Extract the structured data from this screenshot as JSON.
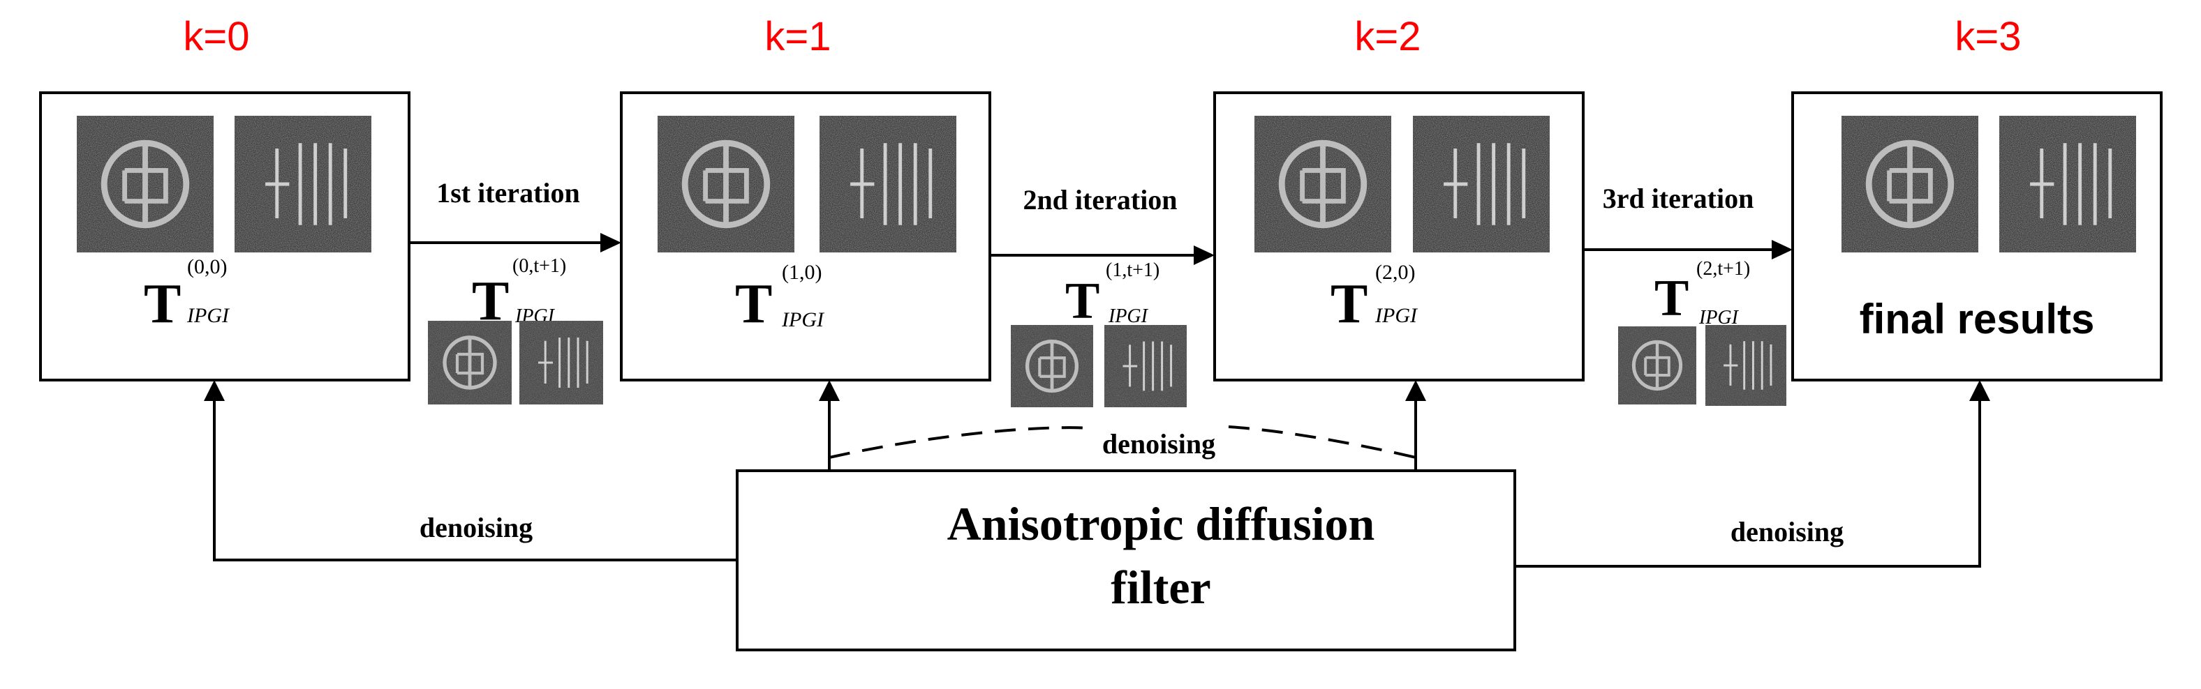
{
  "iterations": [
    {
      "k": "k=0",
      "T": "T",
      "sup": "(0,0)",
      "sub": "IPGI"
    },
    {
      "k": "k=1",
      "T": "T",
      "sup": "(1,0)",
      "sub": "IPGI"
    },
    {
      "k": "k=2",
      "T": "T",
      "sup": "(2,0)",
      "sub": "IPGI"
    },
    {
      "k": "k=3",
      "final": "final results"
    }
  ],
  "edges": [
    {
      "label": "1st iteration",
      "T": "T",
      "sup": "(0,t+1)",
      "sub": "IPGI"
    },
    {
      "label": "2nd iteration",
      "T": "T",
      "sup": "(1,t+1)",
      "sub": "IPGI"
    },
    {
      "label": "3rd iteration",
      "T": "T",
      "sup": "(2,t+1)",
      "sub": "IPGI"
    }
  ],
  "filter": {
    "line1": "Anisotropic diffusion",
    "line2": "filter"
  },
  "denoising": {
    "left": "denoising",
    "middle": "denoising",
    "right": "denoising"
  }
}
